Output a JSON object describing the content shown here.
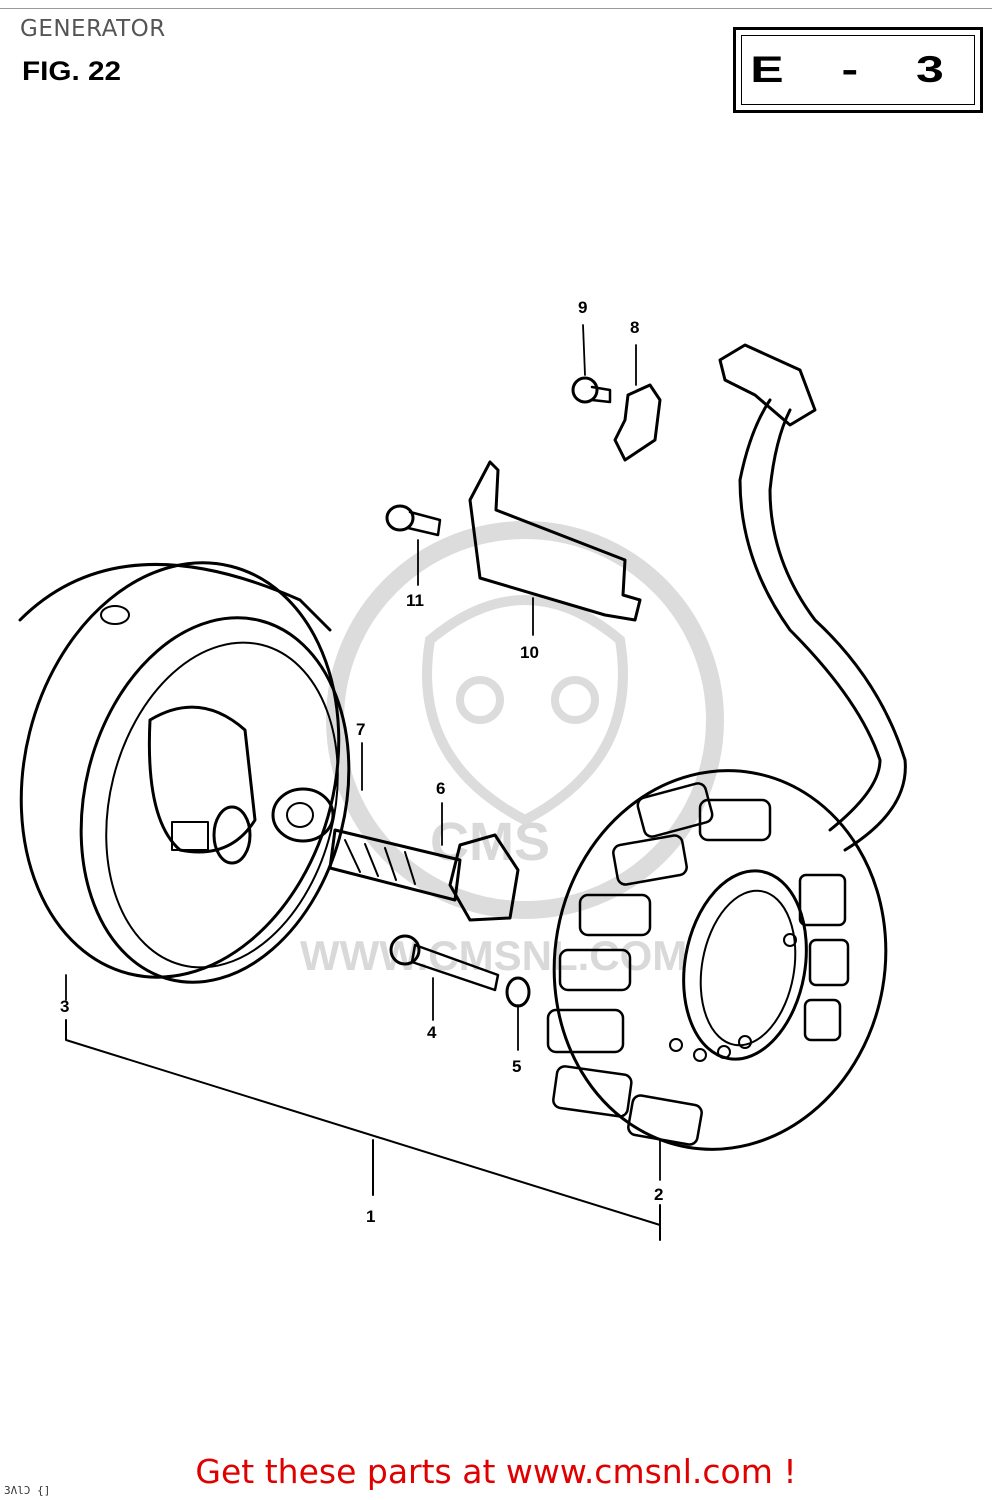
{
  "header": {
    "title": "GENERATOR",
    "figure": "FIG. 22",
    "section_code": "E - 3"
  },
  "callouts": [
    {
      "id": "1",
      "label": "1"
    },
    {
      "id": "2",
      "label": "2"
    },
    {
      "id": "3",
      "label": "3"
    },
    {
      "id": "4",
      "label": "4"
    },
    {
      "id": "5",
      "label": "5"
    },
    {
      "id": "6",
      "label": "6"
    },
    {
      "id": "7",
      "label": "7"
    },
    {
      "id": "8",
      "label": "8"
    },
    {
      "id": "9",
      "label": "9"
    },
    {
      "id": "10",
      "label": "10"
    },
    {
      "id": "11",
      "label": "11"
    }
  ],
  "watermark": {
    "brand": "CMS",
    "url": "WWW.CMSNL.COM"
  },
  "footer": {
    "cta": "Get these parts at www.cmsnl.com !",
    "corner_code": "3ɅlƆ {]"
  },
  "colors": {
    "cta": "#e00000",
    "ink": "#000000",
    "watermark": "#d9d9d9"
  }
}
